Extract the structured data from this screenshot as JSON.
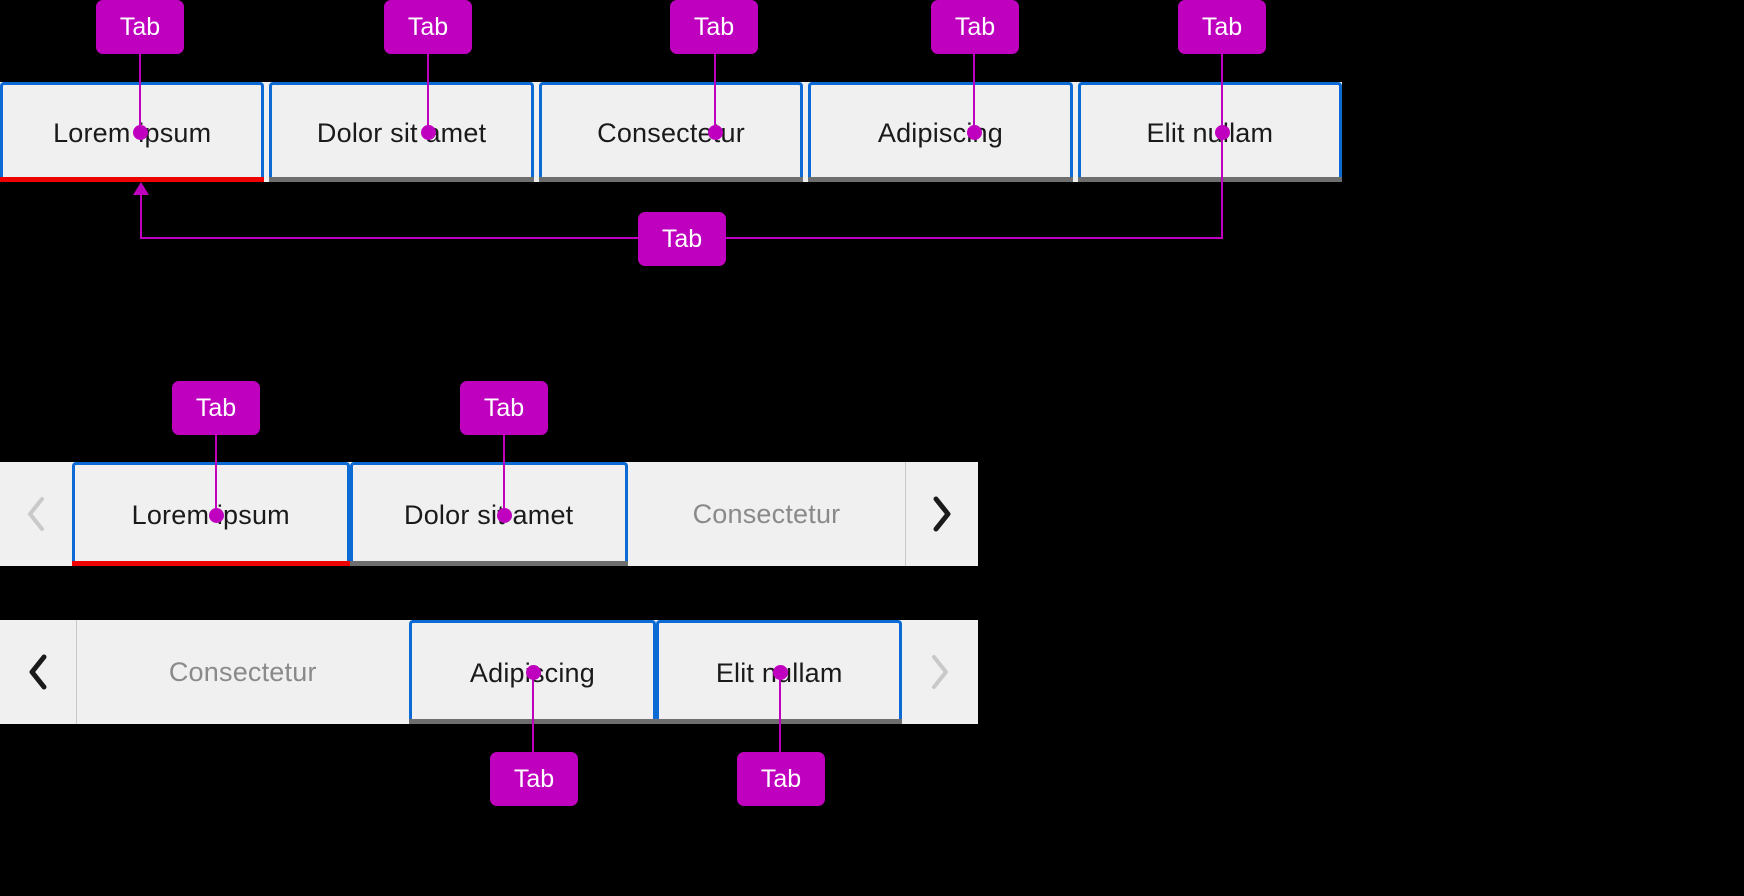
{
  "annotation": {
    "badge_label": "Tab",
    "badge_color": "#bf00bf",
    "connector_color": "#bf00bf"
  },
  "colors": {
    "focus_ring": "#0c6ad4",
    "selected_underline": "#ee0000",
    "inactive_underline": "#6e6e6e",
    "tab_background": "#f0f0f0",
    "page_background": "#000000",
    "disabled_text": "#8a8a8a",
    "enabled_text": "#1a1a1a"
  },
  "tabstrips": [
    {
      "name": "full-width-tablist",
      "scrollable": false,
      "tabs": [
        {
          "label": "Lorem ipsum",
          "selected": true,
          "focused": true,
          "disabled": false
        },
        {
          "label": "Dolor sit amet",
          "selected": false,
          "focused": true,
          "disabled": false
        },
        {
          "label": "Consectetur",
          "selected": false,
          "focused": true,
          "disabled": false
        },
        {
          "label": "Adipiscing",
          "selected": false,
          "focused": true,
          "disabled": false
        },
        {
          "label": "Elit nullam",
          "selected": false,
          "focused": true,
          "disabled": false
        }
      ]
    },
    {
      "name": "scrollable-tablist-start",
      "scrollable": true,
      "scroll_left": {
        "icon": "chevron-left-icon",
        "enabled": false
      },
      "scroll_right": {
        "icon": "chevron-right-icon",
        "enabled": true
      },
      "tabs": [
        {
          "label": "Lorem ipsum",
          "selected": true,
          "focused": true,
          "disabled": false
        },
        {
          "label": "Dolor sit amet",
          "selected": false,
          "focused": true,
          "disabled": false
        },
        {
          "label": "Consectetur",
          "selected": false,
          "focused": false,
          "disabled": true
        }
      ]
    },
    {
      "name": "scrollable-tablist-end",
      "scrollable": true,
      "scroll_left": {
        "icon": "chevron-left-icon",
        "enabled": true
      },
      "scroll_right": {
        "icon": "chevron-right-icon",
        "enabled": false
      },
      "tabs": [
        {
          "label": "Consectetur",
          "selected": false,
          "focused": false,
          "disabled": true
        },
        {
          "label": "Adipiscing",
          "selected": false,
          "focused": true,
          "disabled": false
        },
        {
          "label": "Elit nullam",
          "selected": false,
          "focused": true,
          "disabled": false
        }
      ]
    }
  ],
  "icons": {
    "chevron_left": "‹",
    "chevron_right": "›"
  }
}
